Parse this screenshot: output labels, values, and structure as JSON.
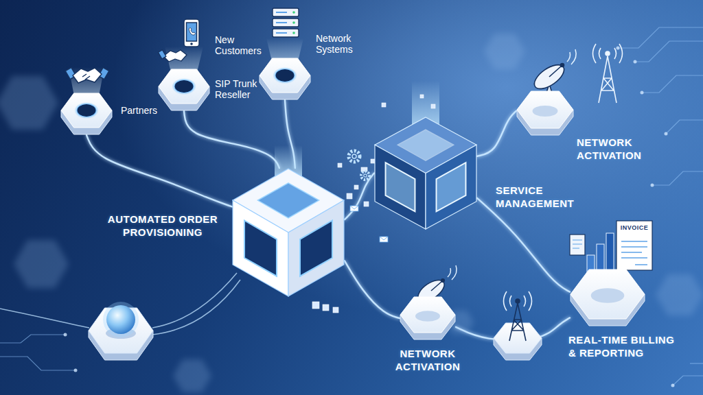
{
  "diagram": {
    "nodes": [
      {
        "text": [
          "Partners"
        ]
      },
      {
        "text": [
          "New Customers",
          "SIP Trunk Reseller"
        ]
      },
      {
        "text": [
          "Network Systems"
        ]
      },
      {
        "text": [
          "NETWORK ACTIVATION"
        ]
      },
      {
        "text": [
          "AUTOMATED ORDER PROVISIONING"
        ]
      },
      {
        "text": [
          "SERVICE MANAGEMENT"
        ]
      },
      {
        "text": [
          "NETWORK ACTIVATION"
        ]
      },
      {
        "text": [
          "REAL-TIME BILLING & REPORTING"
        ]
      }
    ],
    "edges": [
      {
        "from": 0,
        "to": 4,
        "arrow": "none"
      },
      {
        "from": 1,
        "to": 4,
        "arrow": "none"
      },
      {
        "from": 2,
        "to": 4,
        "arrow": "none"
      },
      {
        "from": 4,
        "to": 5,
        "arrow": "none"
      },
      {
        "from": 5,
        "to": 3,
        "arrow": "none"
      },
      {
        "from": 4,
        "to": 6,
        "arrow": "none"
      },
      {
        "from": 5,
        "to": 7,
        "arrow": "none"
      },
      {
        "from": 6,
        "to": 7,
        "arrow": "none"
      }
    ],
    "labels": [
      "INVOICE"
    ]
  }
}
